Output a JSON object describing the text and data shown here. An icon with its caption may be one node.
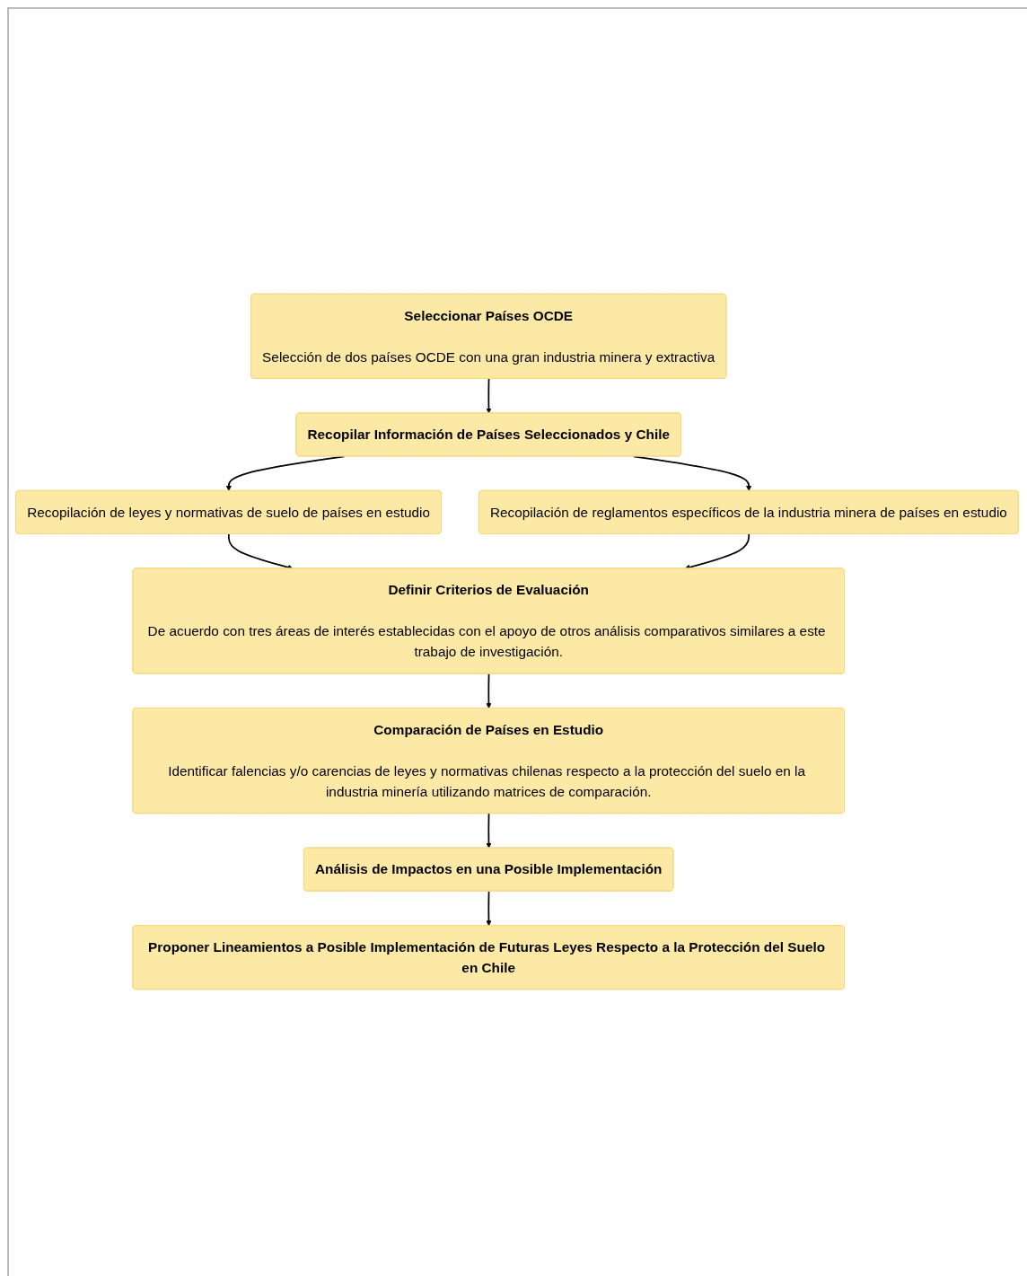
{
  "diagram": {
    "nodes": [
      {
        "text": [
          "Seleccionar Países OCDE",
          "Selección de dos países OCDE con una gran industria minera y extractiva"
        ]
      },
      {
        "text": [
          "Recopilar Información de Países Seleccionados y Chile"
        ]
      },
      {
        "text": [
          "Recopilación de leyes y normativas de suelo de países en estudio"
        ]
      },
      {
        "text": [
          "Recopilación de reglamentos específicos de la industria minera de países en estudio"
        ]
      },
      {
        "text": [
          "Definir Criterios de Evaluación",
          "De acuerdo con tres áreas de interés establecidas con el apoyo de otros análisis comparativos similares a este trabajo de investigación."
        ]
      },
      {
        "text": [
          "Comparación de Países en Estudio",
          "Identificar falencias y/o carencias de leyes y normativas chilenas respecto a la protección del suelo en la industria minería utilizando matrices de comparación."
        ]
      },
      {
        "text": [
          "Análisis de Impactos en una Posible Implementación"
        ]
      },
      {
        "text": [
          "Proponer Lineamientos a Posible Implementación de Futuras Leyes Respecto a la Protección del Suelo en Chile"
        ]
      }
    ],
    "edges": [
      {
        "from": 0,
        "to": 1,
        "arrow": "to"
      },
      {
        "from": 1,
        "to": 2,
        "arrow": "to"
      },
      {
        "from": 1,
        "to": 3,
        "arrow": "to"
      },
      {
        "from": 2,
        "to": 4,
        "arrow": "to"
      },
      {
        "from": 3,
        "to": 4,
        "arrow": "to"
      },
      {
        "from": 4,
        "to": 5,
        "arrow": "to"
      },
      {
        "from": 5,
        "to": 6,
        "arrow": "to"
      },
      {
        "from": 6,
        "to": 7,
        "arrow": "to"
      }
    ]
  }
}
